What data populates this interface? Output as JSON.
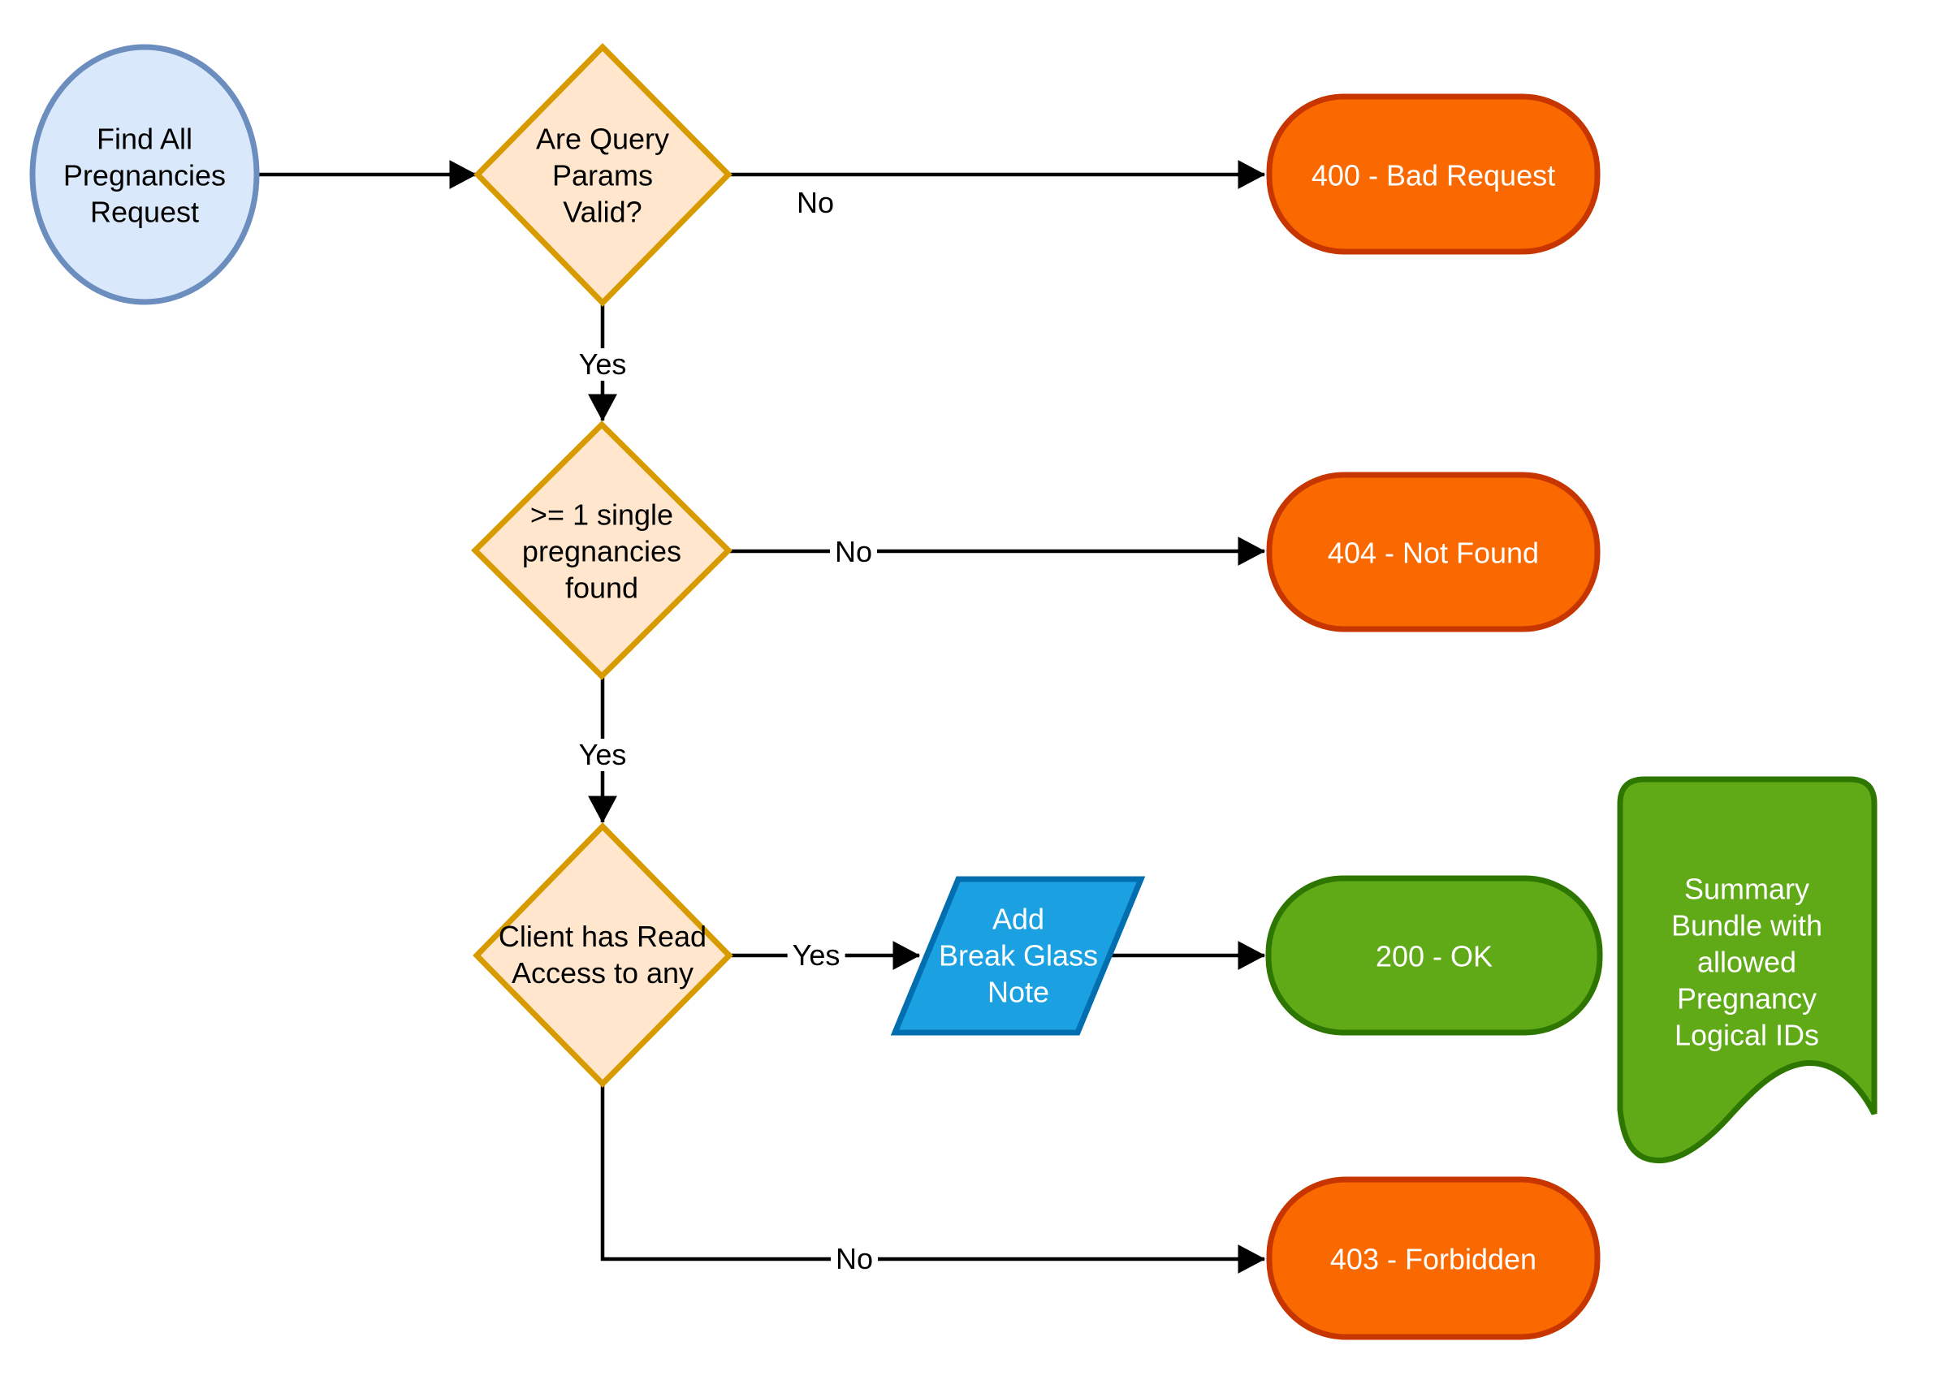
{
  "diagram": {
    "background": "#ffffff",
    "edge_color": "#000000",
    "label_text_color": "#000000",
    "nodes": {
      "start": {
        "shape": "ellipse",
        "label": "Find All\nPregnancies\nRequest",
        "fill": "#DAE8FC",
        "stroke": "#6C8EBF",
        "text_color": "#000000"
      },
      "decision_params": {
        "shape": "diamond",
        "label": "Are Query\nParams\nValid?",
        "fill": "#FFE6CC",
        "stroke": "#D79B00",
        "text_color": "#000000"
      },
      "decision_found": {
        "shape": "diamond",
        "label": ">= 1 single\npregnancies\nfound",
        "fill": "#FFE6CC",
        "stroke": "#D79B00",
        "text_color": "#000000"
      },
      "decision_access": {
        "shape": "diamond",
        "label": "Client has Read\nAccess to any",
        "fill": "#FFE6CC",
        "stroke": "#D79B00",
        "text_color": "#000000"
      },
      "process_break_glass": {
        "shape": "parallelogram",
        "label": "Add\nBreak Glass\nNote",
        "fill": "#1BA1E2",
        "stroke": "#006EAF",
        "text_color": "#FFFFFF"
      },
      "end_400": {
        "shape": "rounded-pill",
        "label": "400 - Bad Request",
        "fill": "#FA6800",
        "stroke": "#C73500",
        "text_color": "#FFFFFF"
      },
      "end_404": {
        "shape": "rounded-pill",
        "label": "404 - Not Found",
        "fill": "#FA6800",
        "stroke": "#C73500",
        "text_color": "#FFFFFF"
      },
      "end_200": {
        "shape": "rounded-pill",
        "label": "200 - OK",
        "fill": "#60A917",
        "stroke": "#2D7600",
        "text_color": "#FFFFFF"
      },
      "end_403": {
        "shape": "rounded-pill",
        "label": "403 - Forbidden",
        "fill": "#FA6800",
        "stroke": "#C73500",
        "text_color": "#FFFFFF"
      },
      "output_bundle": {
        "shape": "wavy-banner",
        "label": "Summary\nBundle with\nallowed\nPregnancy\nLogical IDs",
        "fill": "#60A917",
        "stroke": "#2D7600",
        "text_color": "#FFFFFF"
      }
    },
    "edges": [
      {
        "from": "start",
        "to": "decision_params",
        "label": ""
      },
      {
        "from": "decision_params",
        "to": "end_400",
        "label": "No"
      },
      {
        "from": "decision_params",
        "to": "decision_found",
        "label": "Yes"
      },
      {
        "from": "decision_found",
        "to": "end_404",
        "label": "No"
      },
      {
        "from": "decision_found",
        "to": "decision_access",
        "label": "Yes"
      },
      {
        "from": "decision_access",
        "to": "process_break_glass",
        "label": "Yes"
      },
      {
        "from": "process_break_glass",
        "to": "end_200",
        "label": ""
      },
      {
        "from": "decision_access",
        "to": "end_403",
        "label": "No"
      }
    ]
  }
}
